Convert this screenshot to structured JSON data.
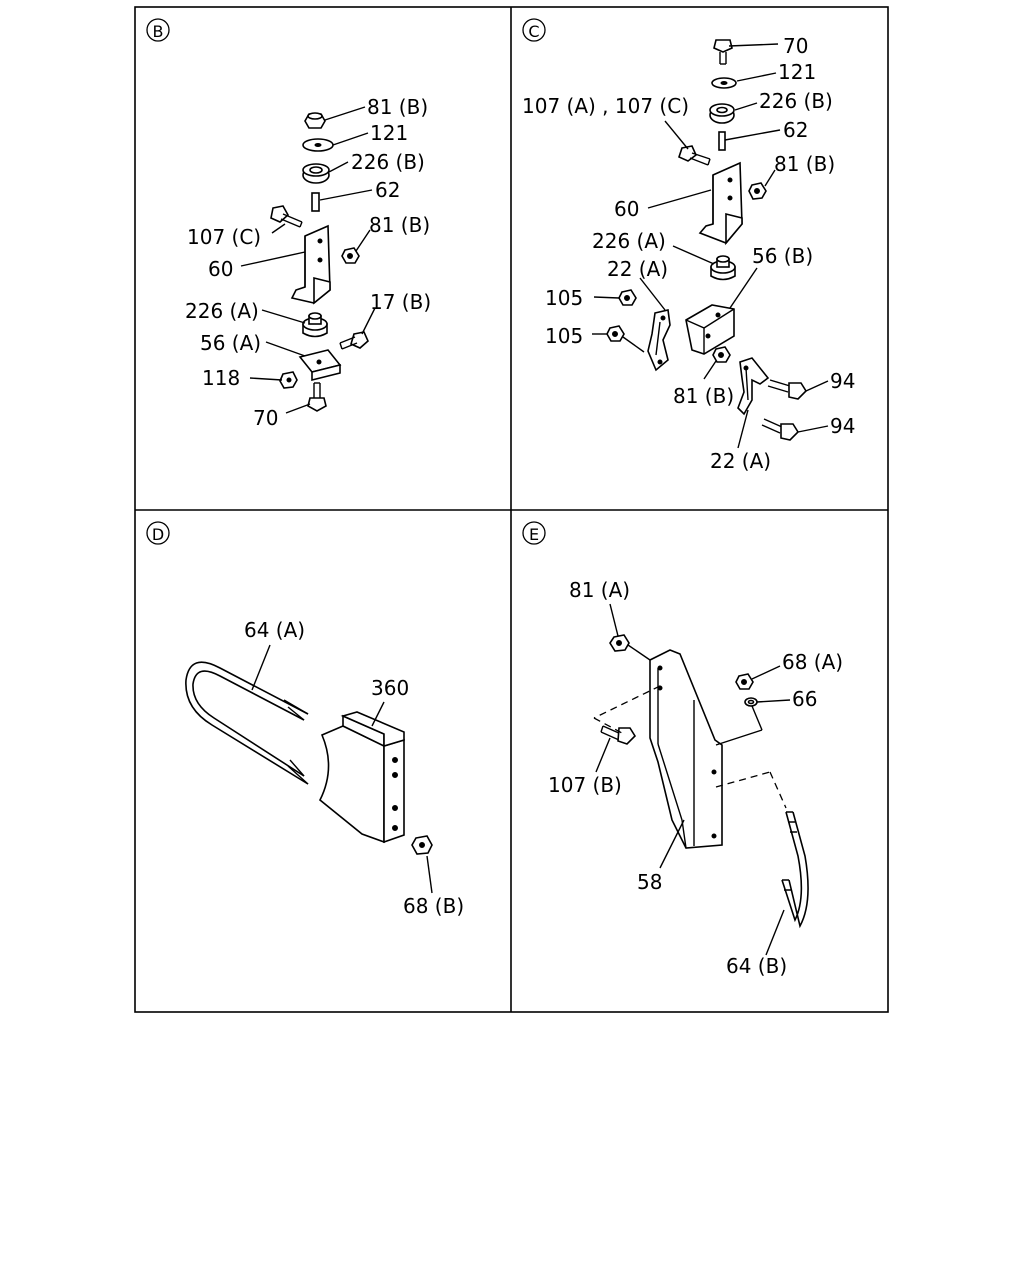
{
  "panels": {
    "B": {
      "letter": "B",
      "labels": [
        "81 (B)",
        "121",
        "226 (B)",
        "62",
        "107 (C)",
        "81 (B)",
        "60",
        "226 (A)",
        "17 (B)",
        "56 (A)",
        "118",
        "70"
      ]
    },
    "C": {
      "letter": "C",
      "labels": [
        "70",
        "121",
        "107 (A) , 107 (C)",
        "226 (B)",
        "62",
        "81 (B)",
        "60",
        "226 (A)",
        "56 (B)",
        "22 (A)",
        "105",
        "105",
        "81 (B)",
        "94",
        "94",
        "22 (A)"
      ]
    },
    "D": {
      "letter": "D",
      "labels": [
        "64 (A)",
        "360",
        "68 (B)"
      ]
    },
    "E": {
      "letter": "E",
      "labels": [
        "81 (A)",
        "68 (A)",
        "66",
        "107 (B)",
        "58",
        "64 (B)"
      ]
    }
  }
}
